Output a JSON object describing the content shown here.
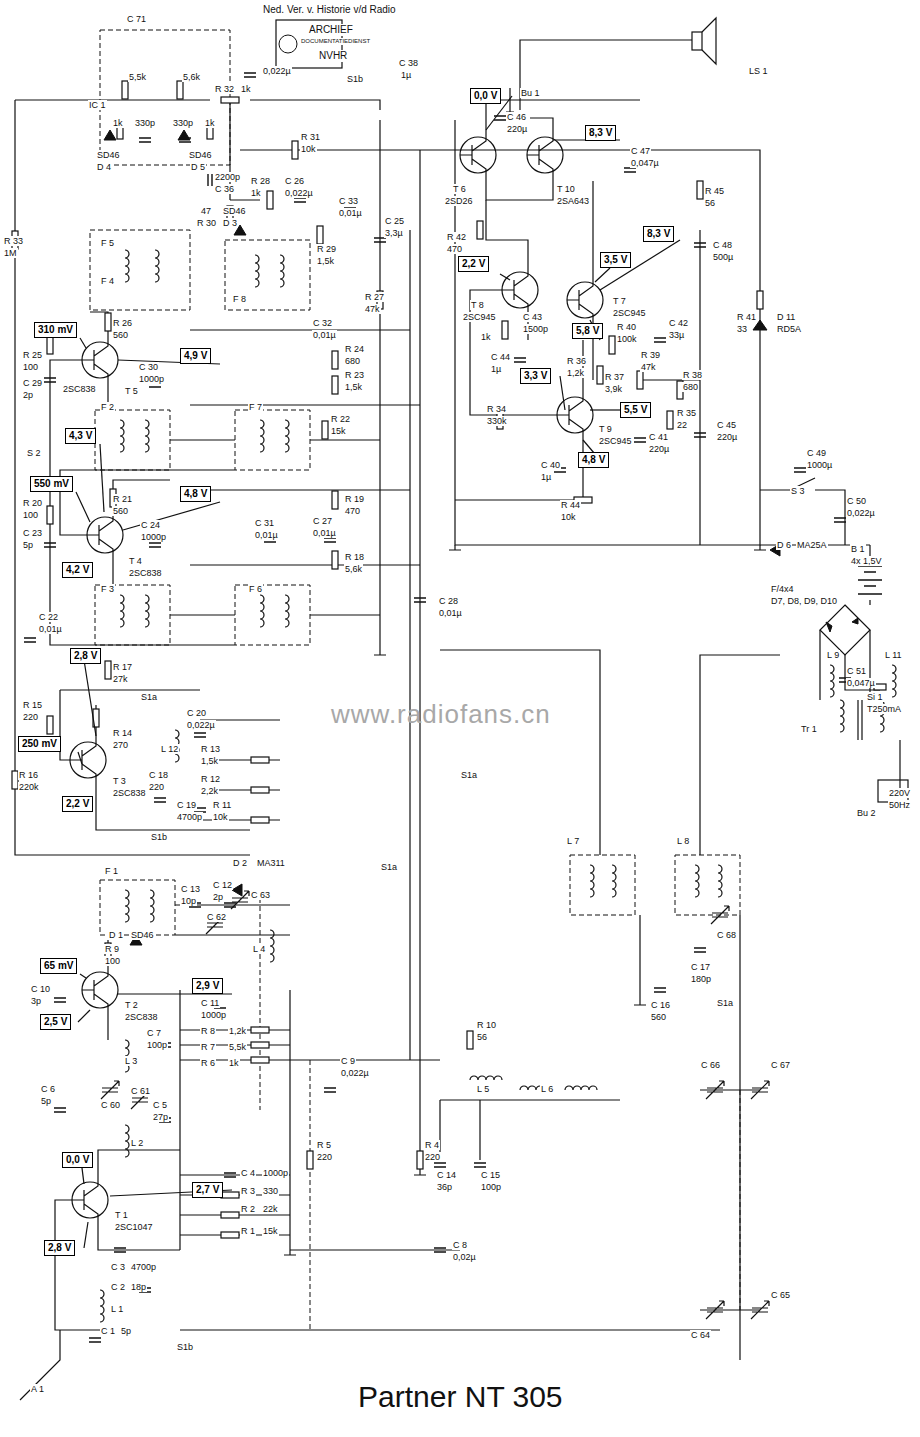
{
  "diagram": {
    "title": "Partner NT 305",
    "nodes": [
      {
        "text": [
          "0,0 V"
        ]
      },
      {
        "text": [
          "8,3 V"
        ]
      },
      {
        "text": [
          "8,3 V"
        ]
      },
      {
        "text": [
          "2,2 V"
        ]
      },
      {
        "text": [
          "3,5 V"
        ]
      },
      {
        "text": [
          "5,8 V"
        ]
      },
      {
        "text": [
          "3,3 V"
        ]
      },
      {
        "text": [
          "5,5 V"
        ]
      },
      {
        "text": [
          "4,8 V"
        ]
      },
      {
        "text": [
          "310 mV"
        ]
      },
      {
        "text": [
          "4,9 V"
        ]
      },
      {
        "text": [
          "4,3 V"
        ]
      },
      {
        "text": [
          "550 mV"
        ]
      },
      {
        "text": [
          "4,8 V"
        ]
      },
      {
        "text": [
          "4,2 V"
        ]
      },
      {
        "text": [
          "2,8 V"
        ]
      },
      {
        "text": [
          "250 mV"
        ]
      },
      {
        "text": [
          "2,2 V"
        ]
      },
      {
        "text": [
          "65 mV"
        ]
      },
      {
        "text": [
          "2,9 V"
        ]
      },
      {
        "text": [
          "2,5 V"
        ]
      },
      {
        "text": [
          "0,0 V"
        ]
      },
      {
        "text": [
          "2,7 V"
        ]
      },
      {
        "text": [
          "2,8 V"
        ]
      }
    ],
    "labels": [
      "Ned. Ver. v. Historie v/d Radio",
      "ARCHIEF",
      "DOCUMENTATIEDIENST",
      "NVHR",
      "IC 1",
      "C 71",
      "5,5k",
      "5,6k",
      "1k",
      "330p",
      "330p",
      "1k",
      "1k",
      "R 32",
      "0,022µ",
      "SD46",
      "D 4",
      "D 5",
      "SD46",
      "2200p",
      "C 36",
      "47",
      "R 30",
      "F 5",
      "F 4",
      "R 33",
      "1M",
      "C 38",
      "1µ",
      "S1b",
      "R 31",
      "10k",
      "R 28",
      "1k",
      "C 26",
      "0,022µ",
      "C 33",
      "0,01µ",
      "C 25",
      "3,3µ",
      "SD46",
      "D 3",
      "F 8",
      "R 29",
      "1,5k",
      "R 27",
      "47k",
      "C 32",
      "0,01µ",
      "R 24",
      "680",
      "R 23",
      "1,5k",
      "C 30",
      "1000p",
      "T 5",
      "2SC838",
      "R 26",
      "560",
      "R 25",
      "100",
      "C 29",
      "2p",
      "F 2",
      "F 7",
      "R 22",
      "15k",
      "S 2",
      "R 20",
      "100",
      "C 23",
      "5p",
      "R 21",
      "560",
      "T 4",
      "2SC838",
      "C 24",
      "1000p",
      "C 31",
      "0,01µ",
      "C 27",
      "0,01µ",
      "R 19",
      "470",
      "R 18",
      "5,6k",
      "C 28",
      "0,01µ",
      "F 3",
      "F 6",
      "R 17",
      "27k",
      "C 22",
      "0,01µ",
      "S1a",
      "R 15",
      "220",
      "R 14",
      "270",
      "T 3",
      "2SC838",
      "C 20",
      "0,022µ",
      "L 12",
      "R 13",
      "1,5k",
      "C 18",
      "220",
      "R 12",
      "2,2k",
      "C 19",
      "4700p",
      "R 11",
      "10k",
      "R 16",
      "220k",
      "S1b",
      "F 1",
      "D 2",
      "MA311",
      "D 1",
      "SD46",
      "C 13",
      "10p",
      "C 12",
      "2p",
      "C 63",
      "C 62",
      "L 4",
      "R 9",
      "100",
      "C 10",
      "3p",
      "T 2",
      "2SC838",
      "C 11",
      "1000p",
      "R 8",
      "1,2k",
      "R 7",
      "5,5k",
      "R 6",
      "1k",
      "C 9",
      "0,022µ",
      "C 7",
      "100p",
      "L 3",
      "C 61",
      "C 60",
      "C 5",
      "27p",
      "C 6",
      "5p",
      "L 2",
      "R 10",
      "56",
      "R 5",
      "220",
      "R 4",
      "220",
      "C 4",
      "1000p",
      "R 3",
      "330",
      "R 2",
      "22k",
      "R 1",
      "15k",
      "C 8",
      "0,02µ",
      "T 1",
      "2SC1047",
      "C 3",
      "4700p",
      "C 2",
      "18p",
      "L 1",
      "C 1",
      "5p",
      "A 1",
      "S1b",
      "L 5",
      "L 6",
      "C 14",
      "36p",
      "C 15",
      "100p",
      "C 64",
      "C 65",
      "C 66",
      "C 67",
      "L 7",
      "L 8",
      "C 68",
      "C 17",
      "180p",
      "C 16",
      "560",
      "S1a",
      "S1a",
      "S1a",
      "Bu 1",
      "LS 1",
      "R 42",
      "470",
      "T 6",
      "2SD26",
      "C 46",
      "220µ",
      "T 10",
      "2SA643",
      "C 47",
      "0,047µ",
      "R 45",
      "56",
      "C 48",
      "500µ",
      "T 8",
      "2SC945",
      "T 7",
      "2SC945",
      "1k",
      "C 43",
      "1500p",
      "C 44",
      "1µ",
      "R 40",
      "100k",
      "R 39",
      "47k",
      "C 42",
      "33µ",
      "R 36",
      "1,2k",
      "R 37",
      "3,9k",
      "R 38",
      "680",
      "R 34",
      "330k",
      "T 9",
      "2SC945",
      "R 35",
      "22",
      "C 41",
      "220µ",
      "C 45",
      "220µ",
      "C 40",
      "1µ",
      "R 44",
      "10k",
      "R 41",
      "33",
      "D 11",
      "RD5A",
      "C 49",
      "1000µ",
      "S 3",
      "C 50",
      "0,022µ",
      "D 6",
      "MA25A",
      "B 1",
      "4x 1,5V",
      "F/4x4",
      "D7, D8, D9, D10",
      "C 51",
      "0,047µ",
      "L 9",
      "L 11",
      "Si 1",
      "T250mA",
      "Tr 1",
      "Bu 2",
      "220V",
      "50Hz",
      "www.radiofans.cn"
    ]
  }
}
